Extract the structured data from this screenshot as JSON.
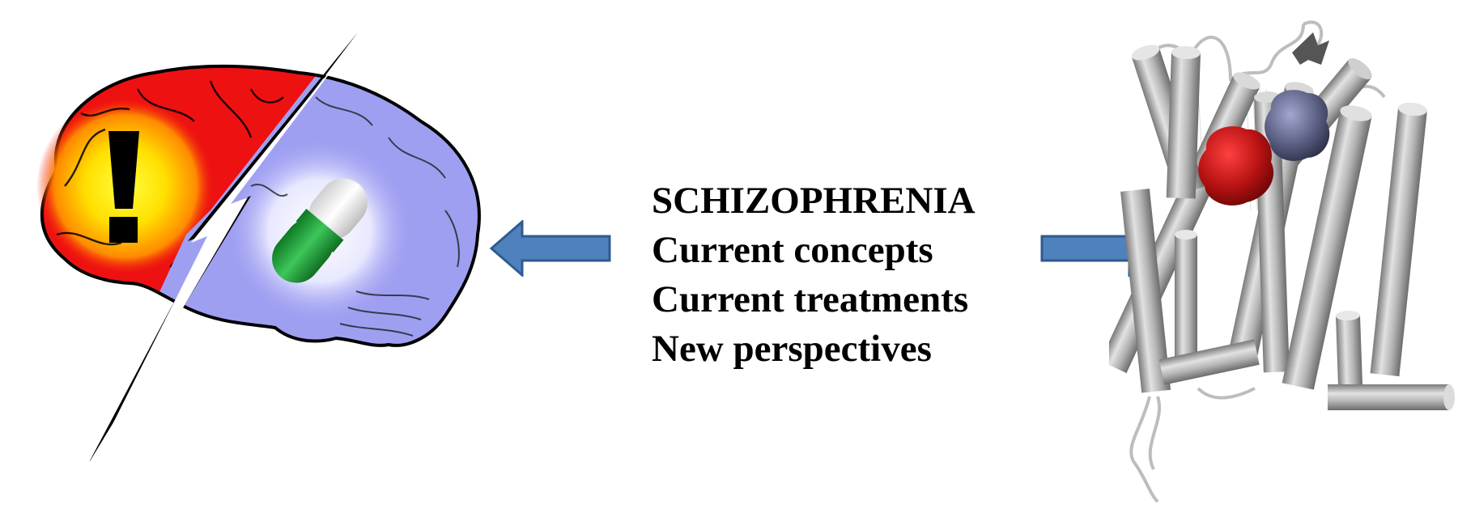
{
  "text": {
    "title": "SCHIZOPHRENIA",
    "line1": "Current concepts",
    "line2": "Current treatments",
    "line3": "New perspectives"
  },
  "icons": {
    "left_illustration": "brain-icon",
    "warning": "exclamation-icon",
    "drug": "pill-capsule-icon",
    "lightning": "lightning-bolt-icon",
    "right_illustration": "receptor-protein-icon",
    "arrow_left": "arrow-left-icon",
    "arrow_right": "arrow-right-icon"
  },
  "colors": {
    "brain_left": "#ee1111",
    "brain_right": "#9f9ff2",
    "warning_glow": "#ffee00",
    "pill_green": "#1fa53a",
    "arrow_fill": "#4f81bd",
    "arrow_stroke": "#2f5b8f",
    "helix_grey": "#a5a5a5",
    "ligand_red": "#c01515",
    "ligand_blue": "#5b5f82"
  }
}
